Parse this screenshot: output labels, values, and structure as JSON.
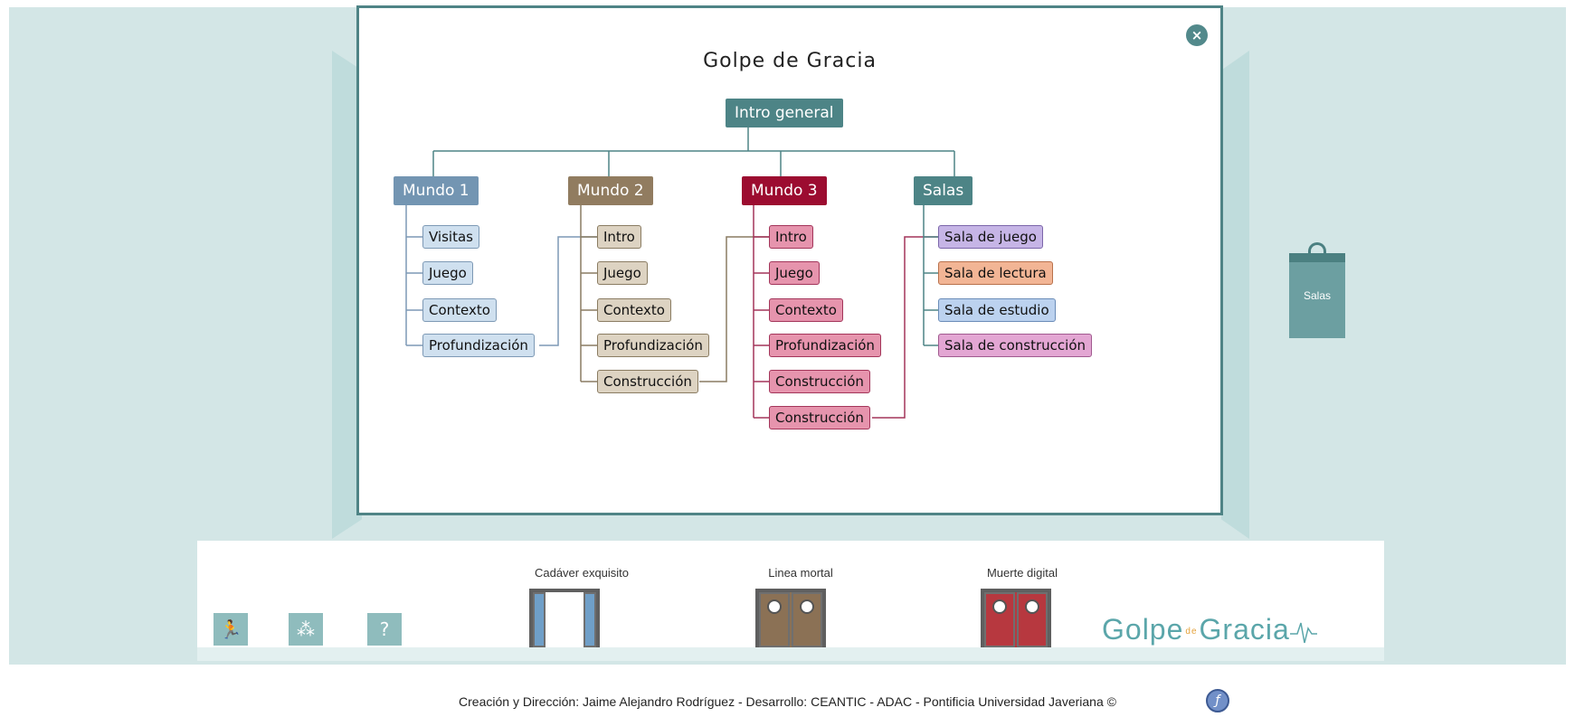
{
  "modal": {
    "title": "Golpe de Gracia",
    "close_glyph": "×"
  },
  "tree": {
    "root": "Intro general",
    "columns": [
      {
        "label": "Mundo 1",
        "color": "#7395b2",
        "items": [
          "Visitas",
          "Juego",
          "Contexto",
          "Profundización"
        ]
      },
      {
        "label": "Mundo 2",
        "color": "#917c60",
        "items": [
          "Intro",
          "Juego",
          "Contexto",
          "Profundización",
          "Construcción"
        ]
      },
      {
        "label": "Mundo 3",
        "color": "#9c0c30",
        "items": [
          "Intro",
          "Juego",
          "Contexto",
          "Profundización",
          "Construcción",
          "Construcción"
        ]
      },
      {
        "label": "Salas",
        "color": "#4d8486",
        "items": [
          "Sala de juego",
          "Sala de lectura",
          "Sala de estudio",
          "Sala de construcción"
        ]
      }
    ]
  },
  "side_panel": {
    "clipboard_label": "Salas"
  },
  "bottom": {
    "tools": [
      {
        "icon": "exit-icon",
        "glyph": "🏃"
      },
      {
        "icon": "map-icon",
        "glyph": "⁂"
      },
      {
        "icon": "help-icon",
        "glyph": "?"
      }
    ],
    "doors": [
      {
        "label": "Cadáver exquisito",
        "state": "open",
        "color": "#6f9fc8"
      },
      {
        "label": "Linea mortal",
        "state": "closed",
        "color": "#8b7155"
      },
      {
        "label": "Muerte digital",
        "state": "closed",
        "color": "#b7383f"
      }
    ],
    "logo": {
      "part1": "Golpe",
      "de": "de",
      "part2": "Gracia"
    }
  },
  "footer": {
    "credits": "Creación y Dirección: Jaime Alejandro Rodríguez - Desarrollo: CEANTIC - ADAC - Pontificia Universidad Javeriana ©",
    "flash_icon": "flash-player-icon"
  },
  "colors": {
    "background": "#d3e6e6",
    "modal_border": "#4f8486",
    "accent": "#4d8486"
  }
}
